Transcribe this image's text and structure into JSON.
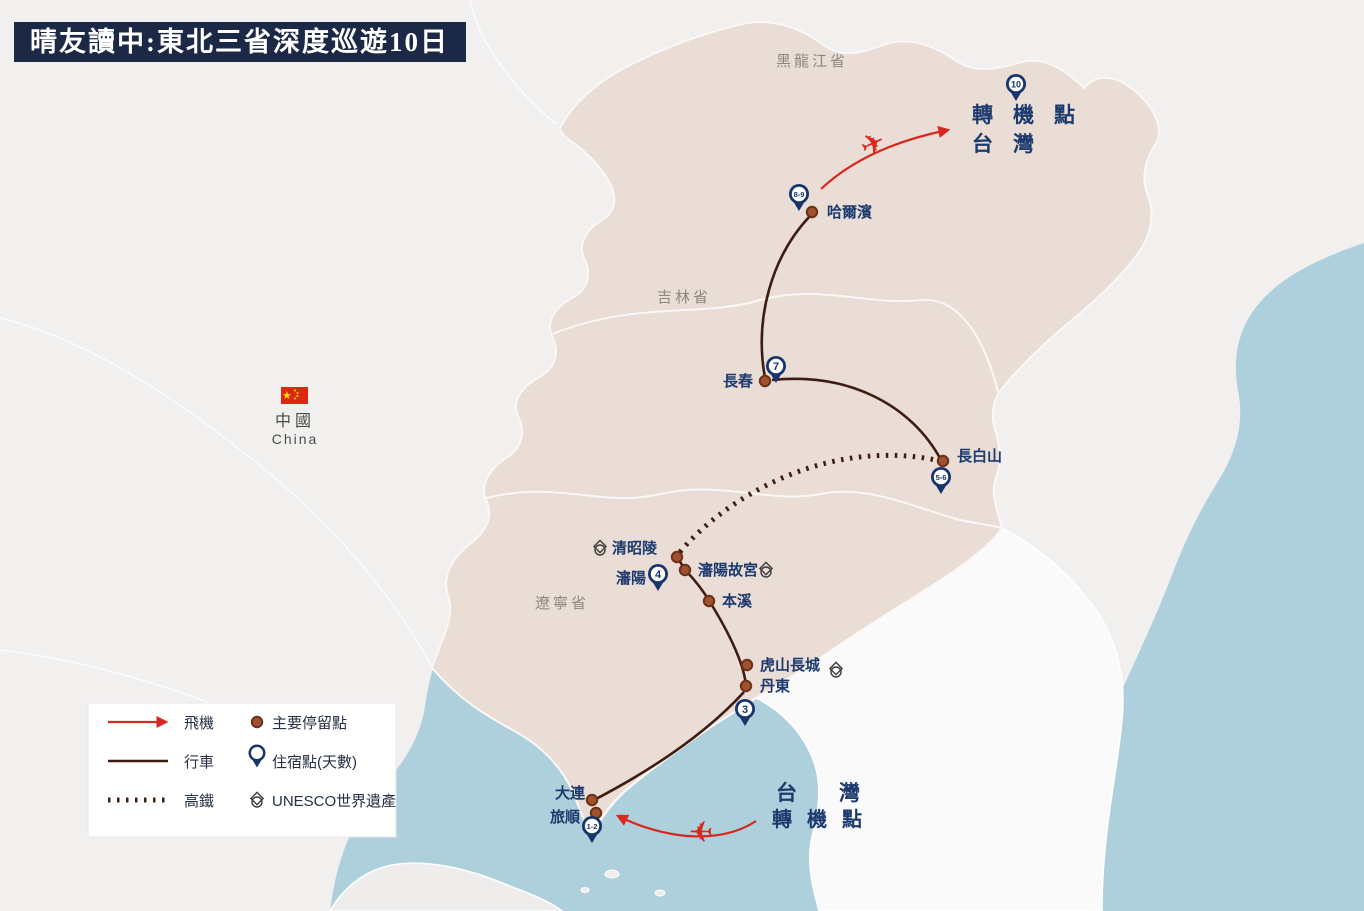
{
  "title": "晴友讀中:東北三省深度巡遊10日",
  "map": {
    "country": {
      "zh": "中國",
      "en": "China"
    },
    "provinces": {
      "heilongjiang": "黑龍江省",
      "jilin": "吉林省",
      "liaoning": "遼寧省"
    }
  },
  "places": {
    "harbin": {
      "label": "哈爾濱",
      "days": "8-9"
    },
    "changchun": {
      "label": "長春",
      "days": "7"
    },
    "changbaishan": {
      "label": "長白山",
      "days": "5-6"
    },
    "shenyang": {
      "label": "瀋陽",
      "days": "4"
    },
    "qingzhaoling": {
      "label": "清昭陵",
      "unesco": true
    },
    "shenyang_gugong": {
      "label": "瀋陽故宮",
      "unesco": true
    },
    "benxi": {
      "label": "本溪"
    },
    "hushan": {
      "label": "虎山長城",
      "unesco": true
    },
    "dandong": {
      "label": "丹東",
      "days": "3"
    },
    "dalian": {
      "label": "大連"
    },
    "lushun": {
      "label": "旅順",
      "days": "1-2"
    }
  },
  "transfers": {
    "north": {
      "line1": "轉機點",
      "line2": "台灣",
      "days": "10"
    },
    "south": {
      "line1": "台灣",
      "line2": "轉機點"
    }
  },
  "legend": {
    "flight": "飛機",
    "drive": "行車",
    "rail": "高鐵",
    "stop": "主要停留點",
    "stay": "住宿點(天數)",
    "unesco": "UNESCO世界遺產"
  },
  "icons": {
    "airplane": "✈",
    "flag_star": "★"
  },
  "colors": {
    "sea": "#aecfdc",
    "land": "#f2f0ef",
    "highlight_provinces": "#e9ddd6",
    "route_drive": "#3e1c12",
    "route_flight": "#d6281e",
    "stay_pin": "#17356b",
    "stop_dot": "#a05230",
    "label_navy": "#1d3a6e",
    "title_bg": "#1b2946"
  }
}
